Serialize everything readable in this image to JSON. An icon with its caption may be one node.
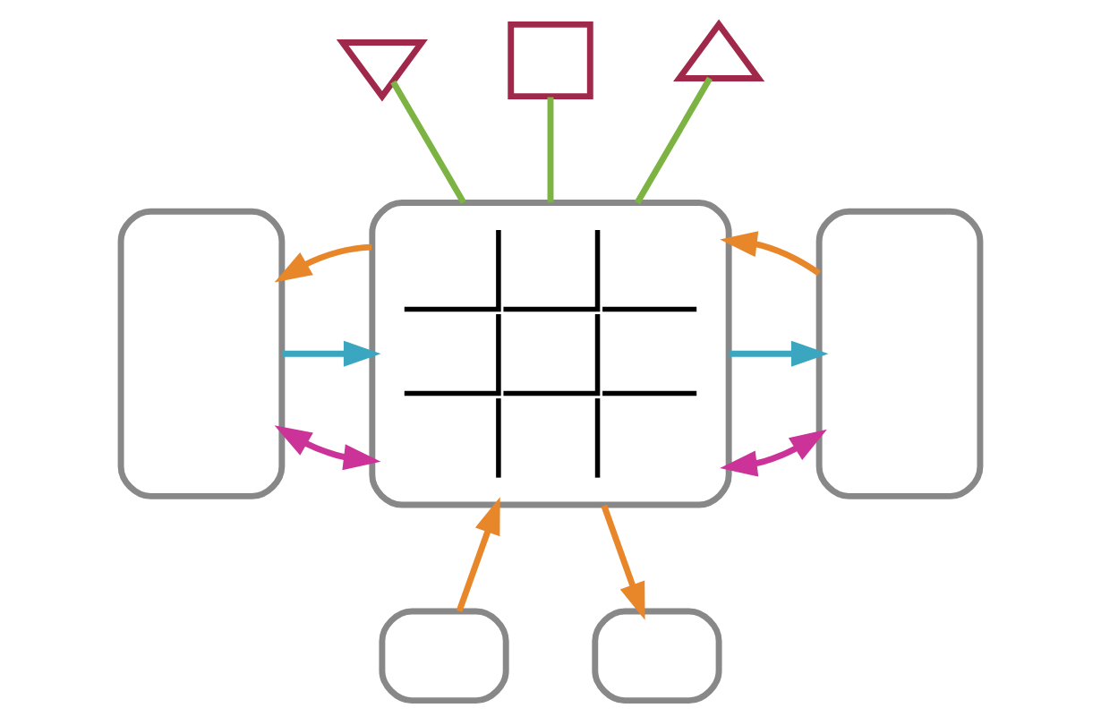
{
  "diagram": {
    "nodes": [
      {
        "text": [],
        "shape": "triangle"
      },
      {
        "text": [],
        "shape": "box"
      },
      {
        "text": [],
        "shape": "triangle"
      },
      {
        "text": [],
        "shape": "box"
      },
      {
        "text": [],
        "shape": "box"
      },
      {
        "text": [],
        "shape": "box"
      },
      {
        "text": [],
        "shape": "box"
      },
      {
        "text": [],
        "shape": "box"
      }
    ],
    "edges": [
      {
        "from": 0,
        "to": 4,
        "arrow": "none",
        "color": "#7cb342"
      },
      {
        "from": 1,
        "to": 4,
        "arrow": "none",
        "color": "#7cb342"
      },
      {
        "from": 2,
        "to": 4,
        "arrow": "none",
        "color": "#7cb342"
      },
      {
        "from": 3,
        "to": 4,
        "arrow": "both",
        "color": "#cc3399"
      },
      {
        "from": 3,
        "to": 4,
        "arrow": "to",
        "color": "#3aa6c0"
      },
      {
        "from": 4,
        "to": 3,
        "arrow": "to"
      },
      {
        "from": 4,
        "to": 5,
        "arrow": "both",
        "color": "#cc3399"
      },
      {
        "from": 4,
        "to": 5,
        "arrow": "to",
        "color": "#3aa6c0"
      },
      {
        "from": 5,
        "to": 4,
        "arrow": "to"
      },
      {
        "from": 6,
        "to": 4,
        "arrow": "to"
      },
      {
        "from": 4,
        "to": 7,
        "arrow": "to"
      }
    ]
  }
}
